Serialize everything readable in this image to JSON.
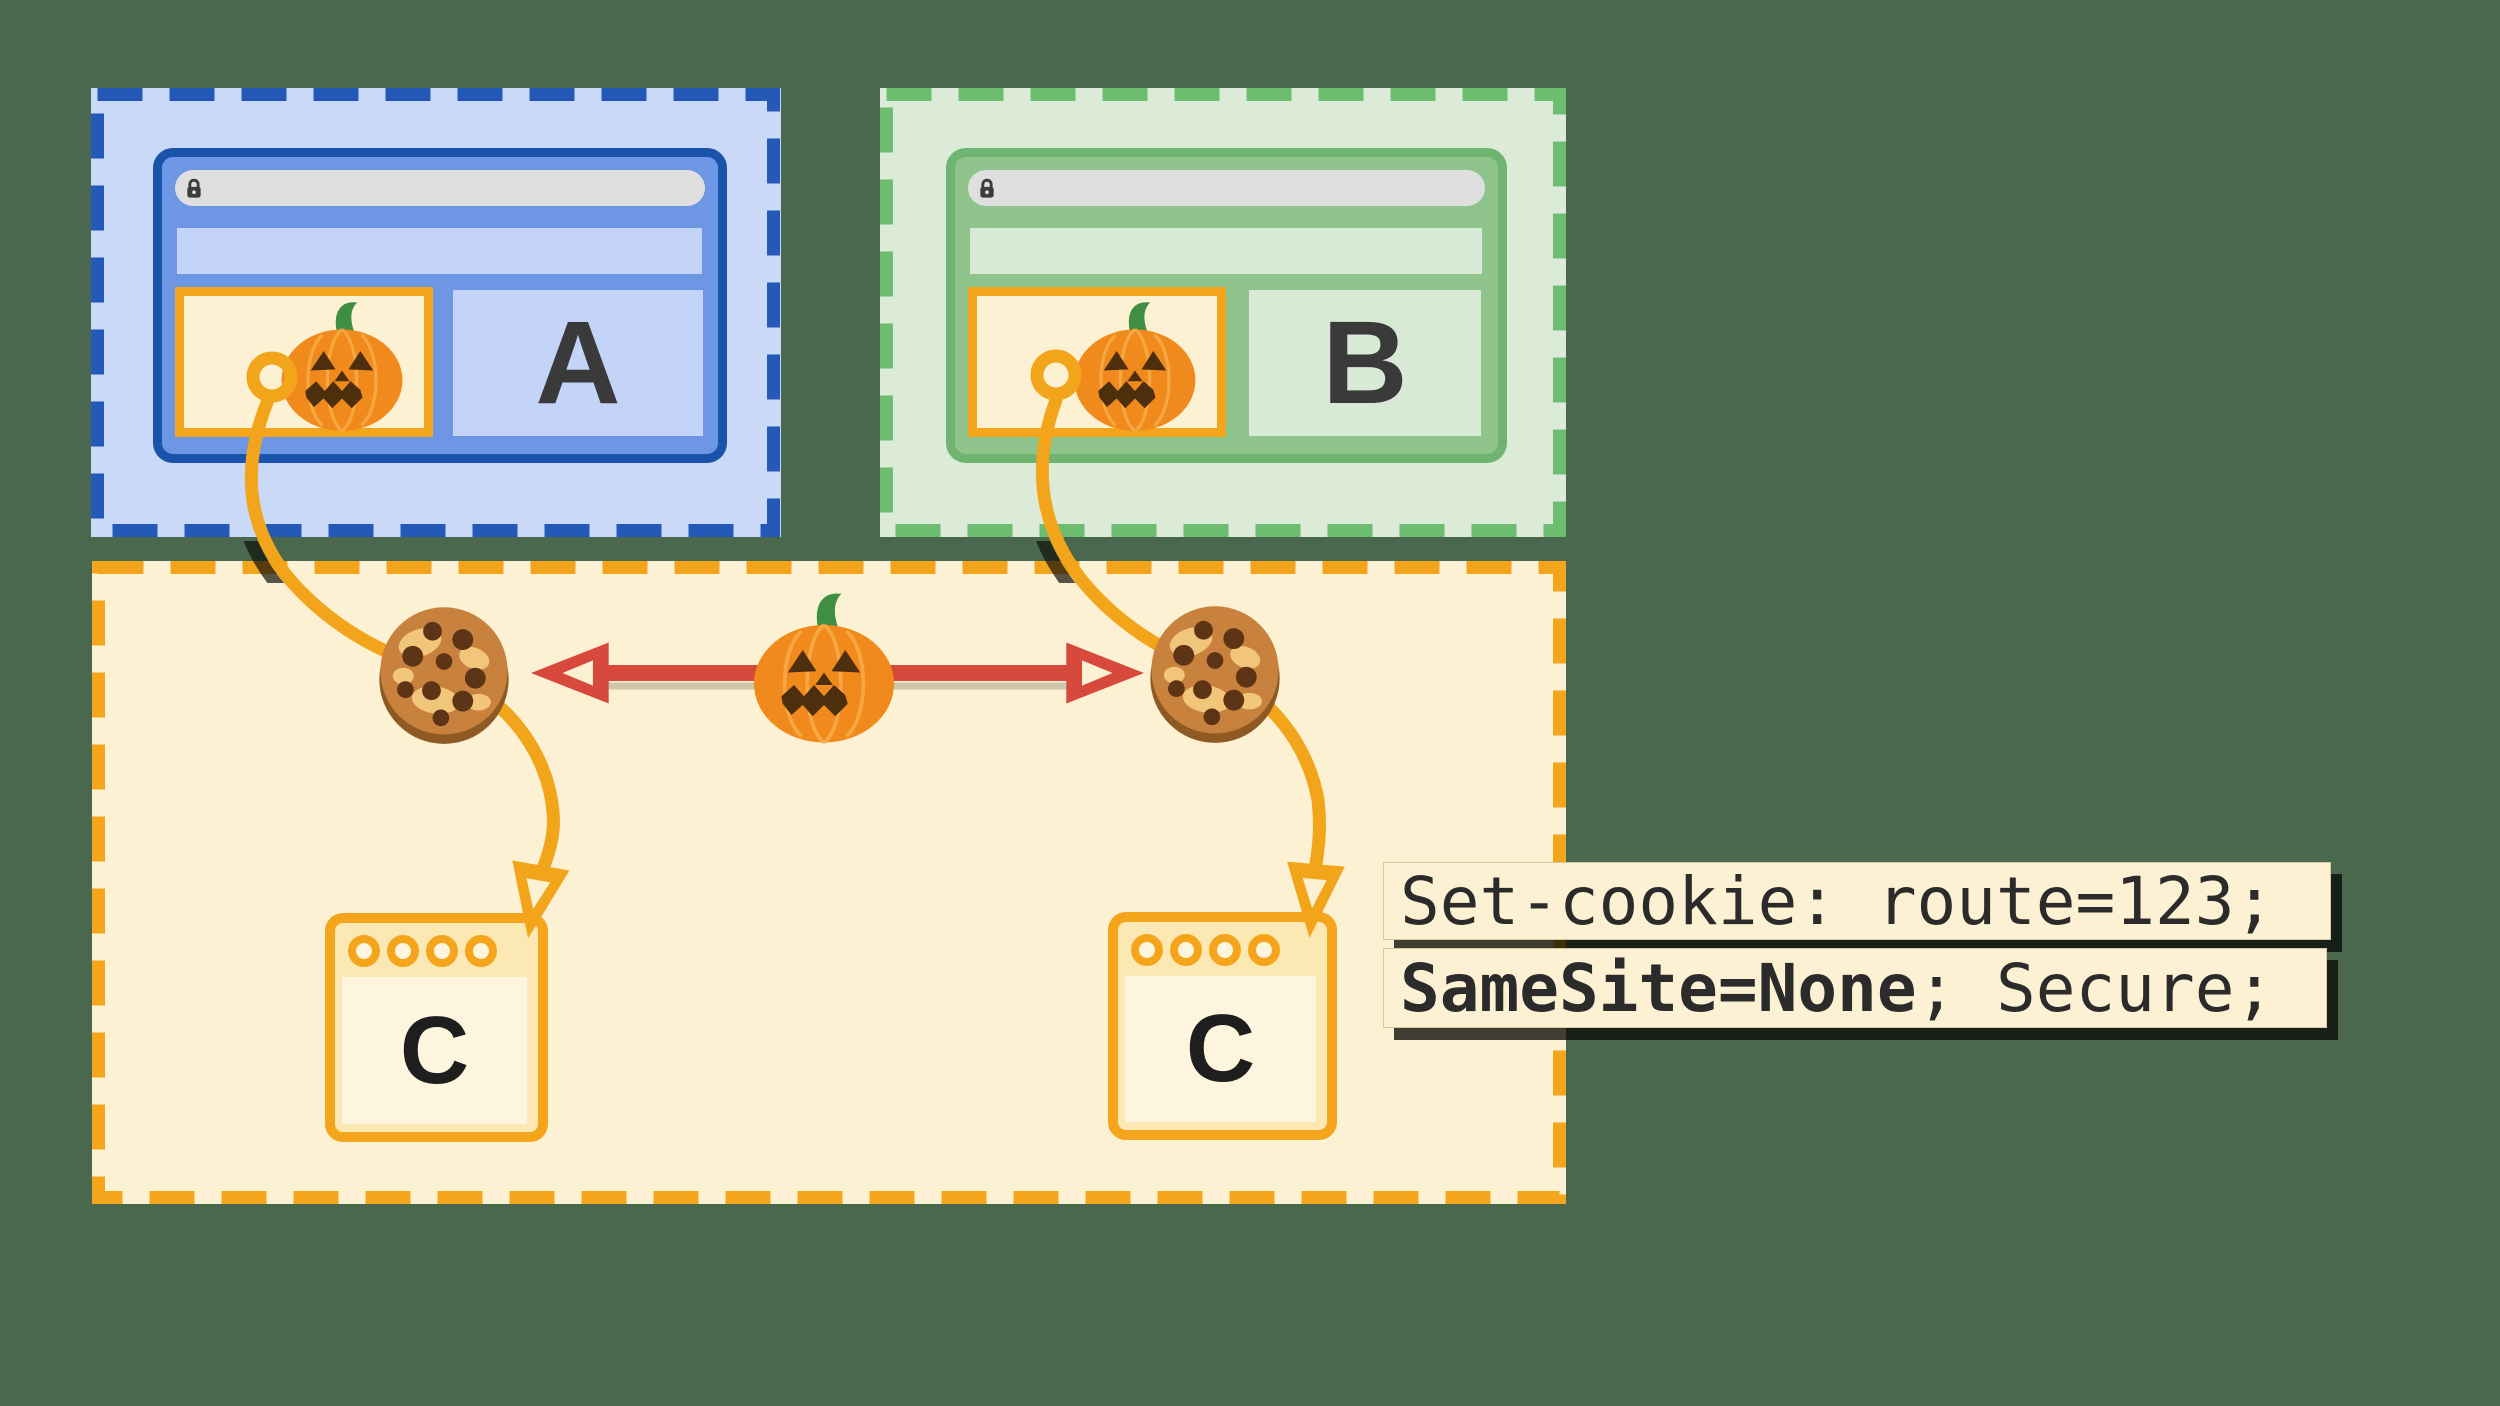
{
  "colors": {
    "background": "#49684E",
    "site_a_accent": "#2459B8",
    "site_a_fill": "#CBD9F8",
    "site_b_accent": "#6DBD70",
    "site_b_fill": "#DBEBD8",
    "site_c_accent": "#F4A51C",
    "site_c_fill": "#FCF2D3",
    "red_arrow": "#D6493C",
    "url_bar": "#E0DFDF"
  },
  "site_a": {
    "label": "A"
  },
  "site_b": {
    "label": "B"
  },
  "site_c": {
    "window_left_label": "C",
    "window_right_label": "C"
  },
  "code_annotation": {
    "line1": "Set-cookie: route=123;",
    "line2_bold": "SameSite=None",
    "line2_rest": "; Secure;"
  },
  "icons": {
    "lock": "lock-icon",
    "pumpkin": "jack-o-lantern-icon",
    "cookie": "cookie-icon",
    "ring": "cookie-origin-ring-icon",
    "red_arrow": "cross-site-double-arrow",
    "flow_arrow_left": "cookie-flow-arrow-left",
    "flow_arrow_right": "cookie-flow-arrow-right"
  }
}
